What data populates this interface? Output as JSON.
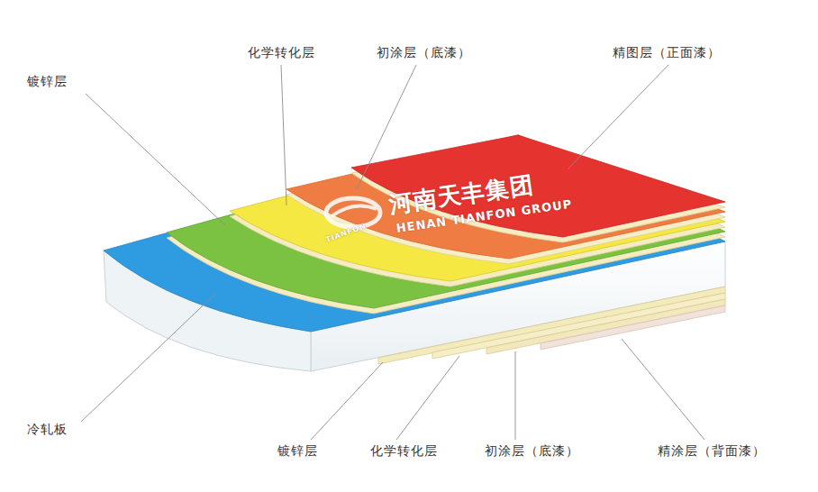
{
  "diagram": {
    "labels": [
      "镀锌层",
      "化学转化层",
      "初涂层（底漆）",
      "精图层（正面漆）",
      "冷轧板",
      "镀锌层",
      "化学转化层",
      "初涂层（底漆）",
      "精涂层（背面漆）",
      "河南天丰集团",
      "HENAN TIANFON GROUP",
      "TIANFON"
    ]
  }
}
